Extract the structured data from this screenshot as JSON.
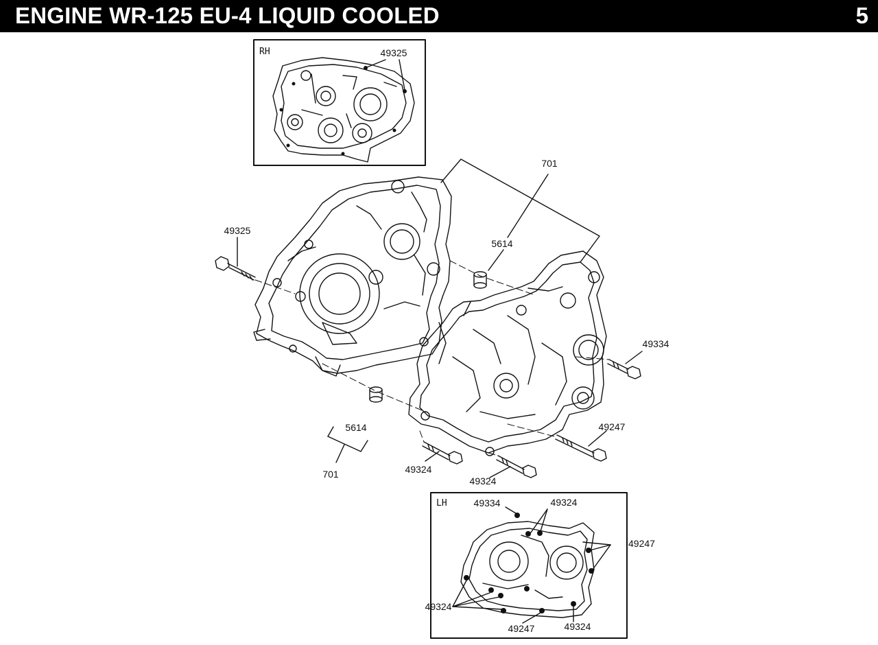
{
  "header": {
    "title": "ENGINE WR-125 EU-4 LIQUID COOLED",
    "page_number": "5"
  },
  "insets": {
    "rh": {
      "title": "RH",
      "labels": [
        "49325"
      ]
    },
    "lh": {
      "title": "LH",
      "labels": [
        "49334",
        "49324",
        "49247",
        "49324",
        "49247",
        "49324"
      ]
    }
  },
  "callouts": {
    "assembly_upper": "701",
    "dowel_upper": "5614",
    "bolt_left": "49325",
    "bolt_right": "49334",
    "bolt_long": "49247",
    "bolt_bottom_a": "49324",
    "bolt_bottom_b": "49324",
    "dowel_lower": "5614",
    "assembly_lower": "701"
  },
  "colors": {
    "ink": "#111111",
    "header_bg": "#000000",
    "header_fg": "#ffffff"
  }
}
